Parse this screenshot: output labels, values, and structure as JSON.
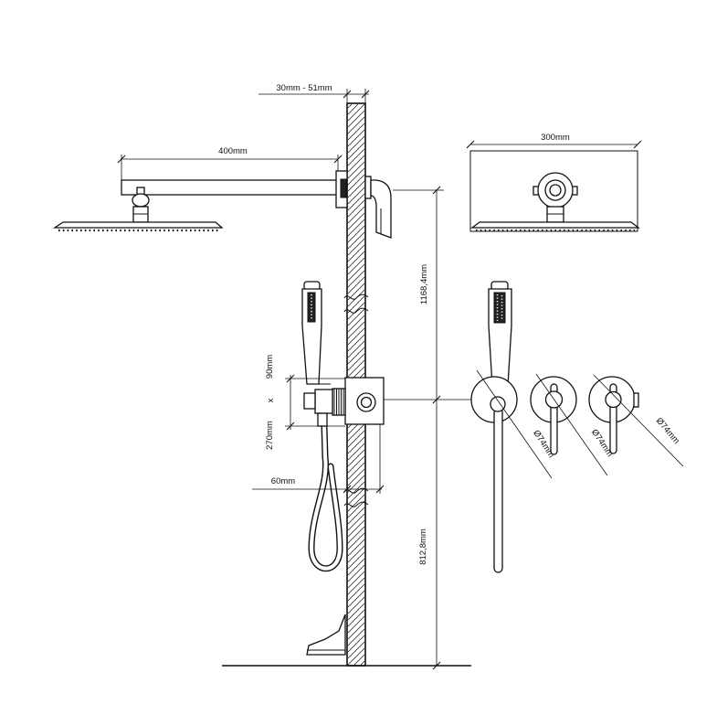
{
  "labels": {
    "wall_gap": "30mm - 51mm",
    "arm_length": "400mm",
    "head_width": "300mm",
    "height_upper": "1168,4mm",
    "box_height": "90mm",
    "box_times": "x",
    "box_width": "270mm",
    "depth": "60mm",
    "height_lower": "812,8mm",
    "diam_1": "Ø74mm",
    "diam_2": "Ø74mm",
    "diam_3": "Ø74mm"
  }
}
